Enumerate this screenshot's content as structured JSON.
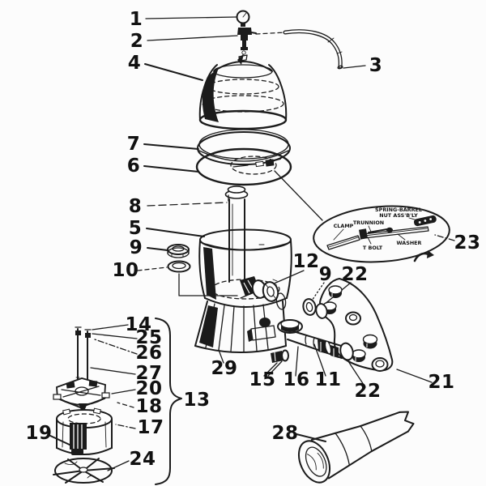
{
  "diagram_title": "exploded-parts-diagram",
  "colors": {
    "ink": "#1b1b1b",
    "paper": "#fcfcfc"
  },
  "callouts": {
    "c1": "1",
    "c2": "2",
    "c3": "3",
    "c4": "4",
    "c5": "5",
    "c6": "6",
    "c7": "7",
    "c8": "8",
    "c9_left": "9",
    "c9_right": "9",
    "c10": "10",
    "c11": "11",
    "c12": "12",
    "c13": "13",
    "c14": "14",
    "c15": "15",
    "c16": "16",
    "c17": "17",
    "c18": "18",
    "c19": "19",
    "c20": "20",
    "c21": "21",
    "c22_top": "22",
    "c22_bottom": "22",
    "c23": "23",
    "c24": "24",
    "c25": "25",
    "c26": "26",
    "c27": "27",
    "c28": "28",
    "c29": "29"
  },
  "inset": {
    "spring_line1": "SPRING-BARREL",
    "spring_line2": "NUT ASS'B'LY",
    "trunnion": "TRUNNION",
    "clamp": "CLAMP",
    "washer": "WASHER",
    "t_bolt": "T BOLT"
  }
}
